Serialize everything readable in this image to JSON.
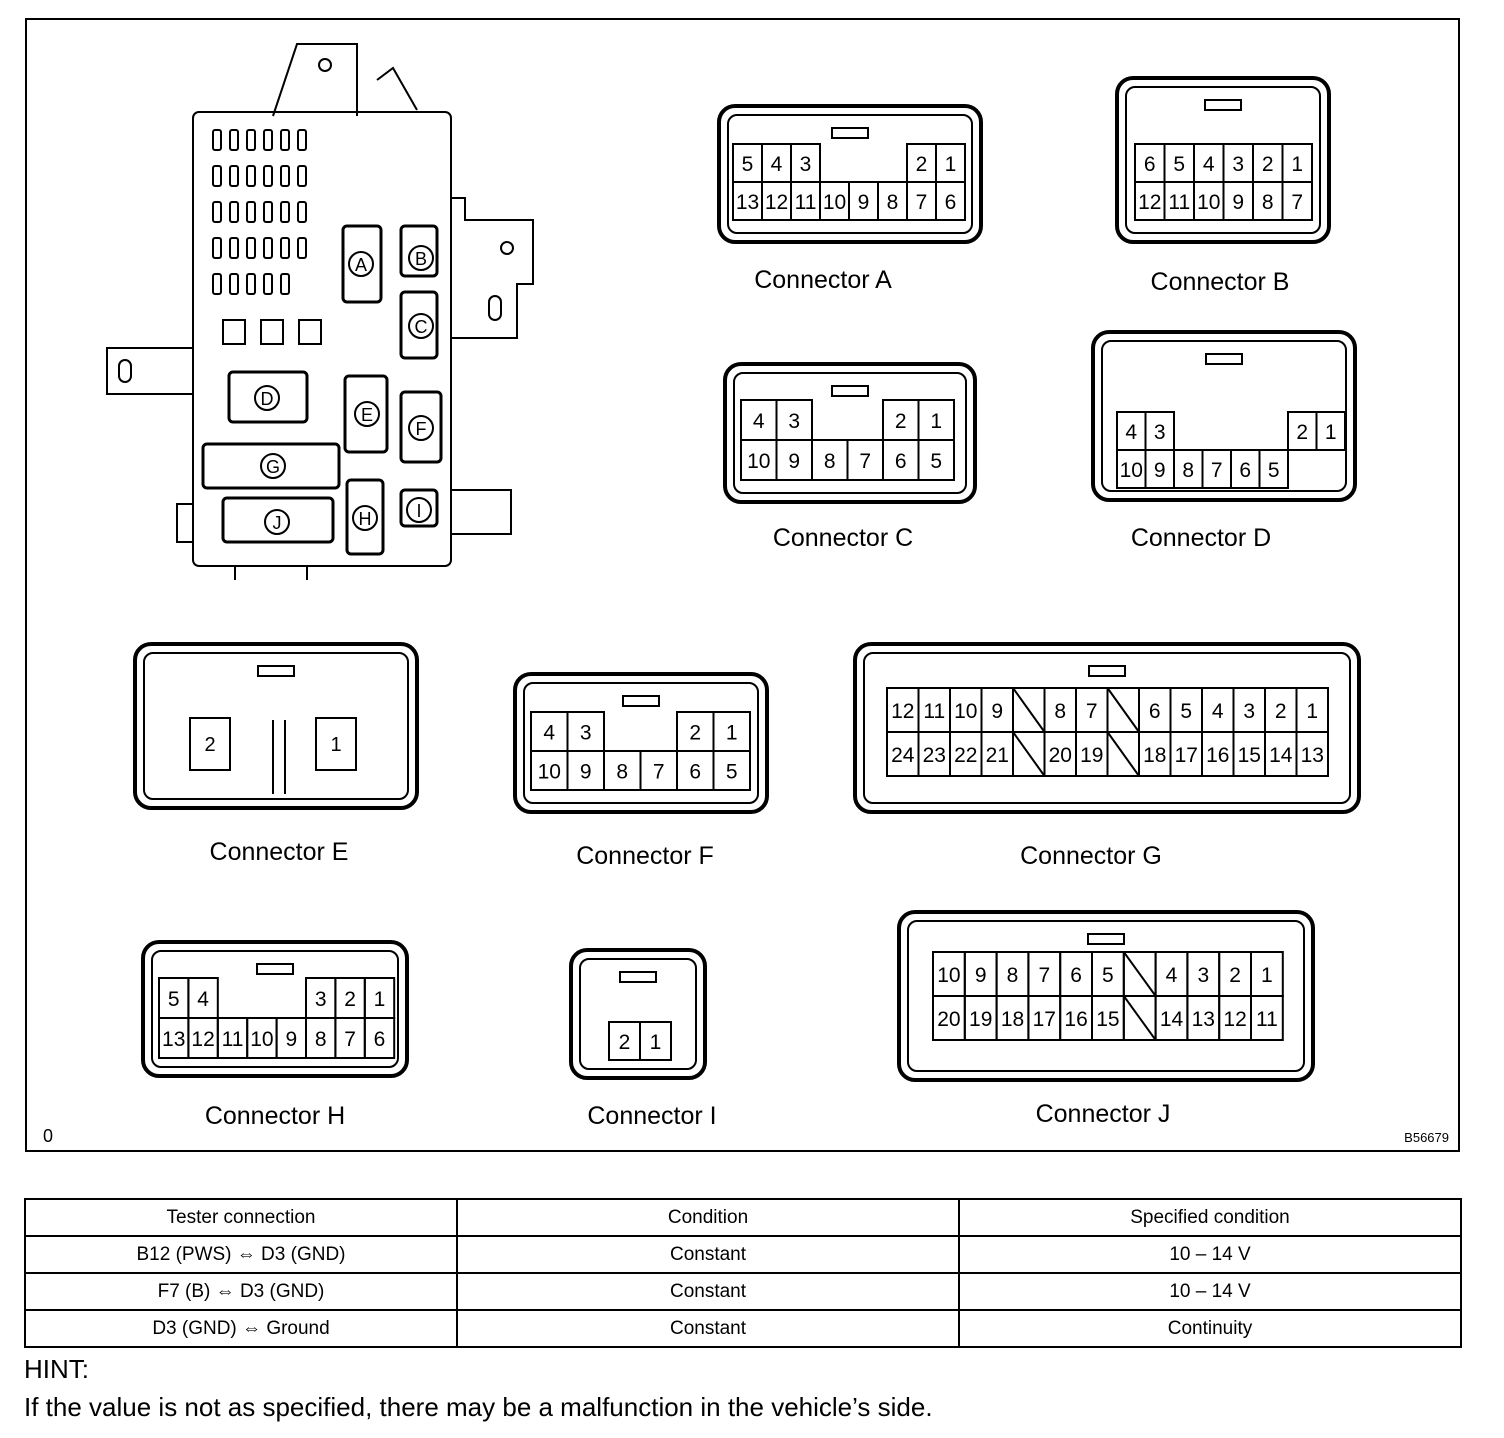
{
  "figure": {
    "corner_label": "0",
    "figure_code": "B56679",
    "fuse_box": {
      "connector_letters": [
        "A",
        "B",
        "C",
        "D",
        "E",
        "F",
        "G",
        "H",
        "I",
        "J"
      ]
    },
    "connectors": [
      {
        "id": "A",
        "label": "Connector A",
        "top_row": [
          "5",
          "4",
          "3",
          "2",
          "1"
        ],
        "bottom_row": [
          "13",
          "12",
          "11",
          "10",
          "9",
          "8",
          "7",
          "6"
        ]
      },
      {
        "id": "B",
        "label": "Connector B",
        "top_row": [
          "6",
          "5",
          "4",
          "3",
          "2",
          "1"
        ],
        "bottom_row": [
          "12",
          "11",
          "10",
          "9",
          "8",
          "7"
        ]
      },
      {
        "id": "C",
        "label": "Connector C",
        "top_row": [
          "4",
          "3",
          "2",
          "1"
        ],
        "bottom_row": [
          "10",
          "9",
          "8",
          "7",
          "6",
          "5"
        ]
      },
      {
        "id": "D",
        "label": "Connector D",
        "top_row": [
          "4",
          "3",
          "2",
          "1"
        ],
        "bottom_row": [
          "10",
          "9",
          "8",
          "7",
          "6",
          "5"
        ]
      },
      {
        "id": "E",
        "label": "Connector E",
        "top_row": [
          "2",
          "1"
        ],
        "bottom_row": []
      },
      {
        "id": "F",
        "label": "Connector F",
        "top_row": [
          "4",
          "3",
          "2",
          "1"
        ],
        "bottom_row": [
          "10",
          "9",
          "8",
          "7",
          "6",
          "5"
        ]
      },
      {
        "id": "G",
        "label": "Connector G",
        "top_row": [
          "12",
          "11",
          "10",
          "9",
          "8",
          "7",
          "6",
          "5",
          "4",
          "3",
          "2",
          "1"
        ],
        "bottom_row": [
          "24",
          "23",
          "22",
          "21",
          "20",
          "19",
          "18",
          "17",
          "16",
          "15",
          "14",
          "13"
        ]
      },
      {
        "id": "H",
        "label": "Connector H",
        "top_row": [
          "5",
          "4",
          "3",
          "2",
          "1"
        ],
        "bottom_row": [
          "13",
          "12",
          "11",
          "10",
          "9",
          "8",
          "7",
          "6"
        ]
      },
      {
        "id": "I",
        "label": "Connector I",
        "top_row": [
          "2",
          "1"
        ],
        "bottom_row": []
      },
      {
        "id": "J",
        "label": "Connector J",
        "top_row": [
          "10",
          "9",
          "8",
          "7",
          "6",
          "5",
          "4",
          "3",
          "2",
          "1"
        ],
        "bottom_row": [
          "20",
          "19",
          "18",
          "17",
          "16",
          "15",
          "14",
          "13",
          "12",
          "11"
        ]
      }
    ]
  },
  "table": {
    "headers": [
      "Tester connection",
      "Condition",
      "Specified condition"
    ],
    "rows": [
      [
        "B12 (PWS) ⇔ D3 (GND)",
        "Constant",
        "10 – 14 V"
      ],
      [
        "F7 (B) ⇔ D3 (GND)",
        "Constant",
        "10 – 14 V"
      ],
      [
        "D3 (GND) ⇔ Ground",
        "Constant",
        "Continuity"
      ]
    ]
  },
  "hint": {
    "title": "HINT:",
    "text": "If the value is not as specified, there may be a malfunction in the vehicle’s side."
  }
}
